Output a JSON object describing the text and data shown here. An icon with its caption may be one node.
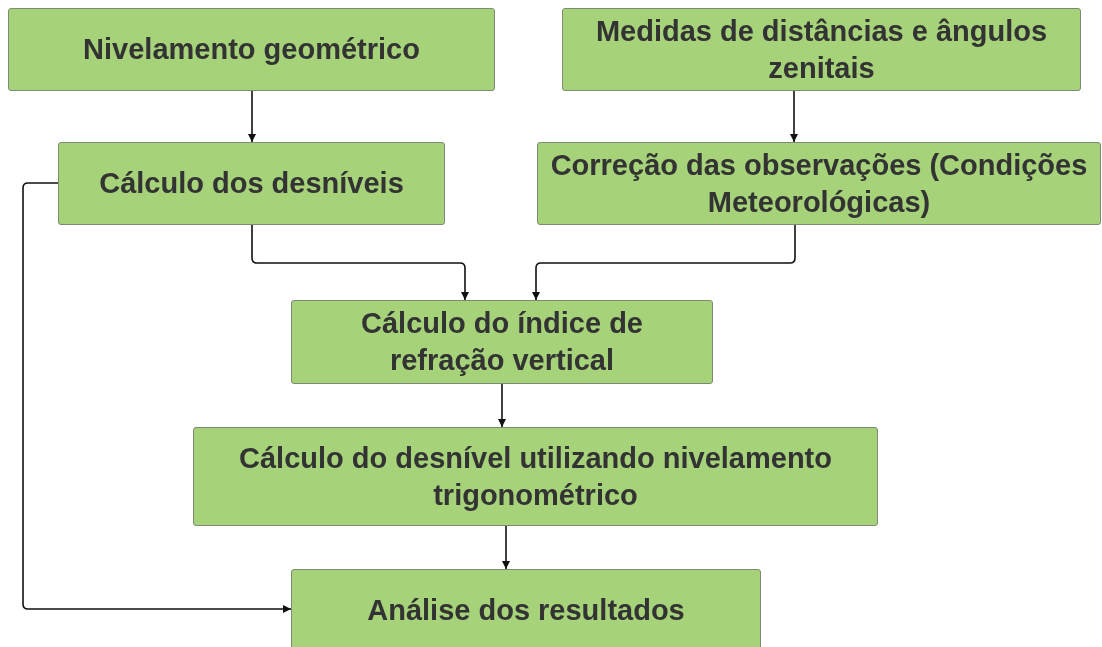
{
  "diagram": {
    "nodes": [
      {
        "text": [
          "Nivelamento geométrico"
        ]
      },
      {
        "text": [
          "Medidas de distâncias e ângulos zenitais"
        ]
      },
      {
        "text": [
          "Cálculo dos desníveis"
        ]
      },
      {
        "text": [
          "Correção das observações (Condições Meteorológicas)"
        ]
      },
      {
        "text": [
          "Cálculo do índice de refração vertical"
        ]
      },
      {
        "text": [
          "Cálculo do desnível utilizando nivelamento trigonométrico"
        ]
      },
      {
        "text": [
          "Análise dos resultados"
        ]
      }
    ],
    "edges": [
      {
        "from": 0,
        "to": 2,
        "arrow": "to"
      },
      {
        "from": 1,
        "to": 3,
        "arrow": "to"
      },
      {
        "from": 2,
        "to": 4,
        "arrow": "to"
      },
      {
        "from": 3,
        "to": 4,
        "arrow": "to"
      },
      {
        "from": 4,
        "to": 5,
        "arrow": "to"
      },
      {
        "from": 5,
        "to": 6,
        "arrow": "to"
      },
      {
        "from": 2,
        "to": 6,
        "arrow": "to"
      }
    ]
  }
}
